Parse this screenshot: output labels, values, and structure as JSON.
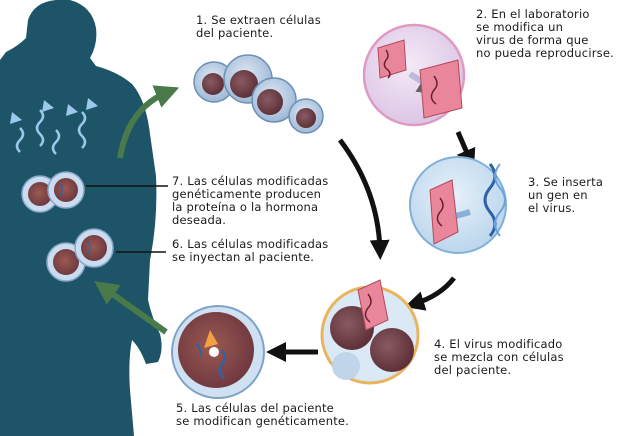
{
  "steps": [
    {
      "lines": [
        "1. Se extraen células",
        "del paciente."
      ]
    },
    {
      "lines": [
        "2. En el laboratorio",
        "se modifica un",
        "virus de forma que",
        "no pueda reproducirse."
      ]
    },
    {
      "lines": [
        "3. Se inserta",
        "un gen en",
        "el virus."
      ]
    },
    {
      "lines": [
        "4. El virus modificado",
        "se mezcla con células",
        "del paciente."
      ]
    },
    {
      "lines": [
        "5. Las células del paciente",
        "se modifican genéticamente."
      ]
    },
    {
      "lines": [
        "6. Las células modificadas",
        "se inyectan al paciente."
      ]
    },
    {
      "lines": [
        "7. Las células modificadas",
        "genéticamente producen",
        "la proteína o la hormona",
        "deseada."
      ]
    }
  ],
  "colors": {
    "body": "#1d5468",
    "cell_membrane": "#a9c3de",
    "cell_nucleus": "#6a3c44",
    "arrow_dark": "#111111",
    "arrow_green": "#4a7a4a",
    "virus_pink": "#e9869c",
    "dna_blue": "#2d61a8",
    "mix_ring": "#e9b45e"
  }
}
